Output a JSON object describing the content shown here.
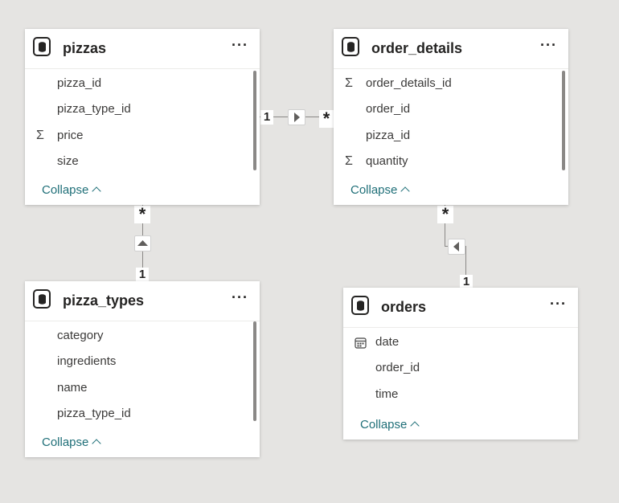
{
  "tables": {
    "pizzas": {
      "title": "pizzas",
      "more": "···",
      "fields": [
        {
          "name": "pizza_id",
          "icon": ""
        },
        {
          "name": "pizza_type_id",
          "icon": ""
        },
        {
          "name": "price",
          "icon": "Σ"
        },
        {
          "name": "size",
          "icon": ""
        }
      ],
      "collapse": "Collapse"
    },
    "order_details": {
      "title": "order_details",
      "more": "···",
      "fields": [
        {
          "name": "order_details_id",
          "icon": "Σ"
        },
        {
          "name": "order_id",
          "icon": ""
        },
        {
          "name": "pizza_id",
          "icon": ""
        },
        {
          "name": "quantity",
          "icon": "Σ"
        }
      ],
      "collapse": "Collapse"
    },
    "pizza_types": {
      "title": "pizza_types",
      "more": "···",
      "fields": [
        {
          "name": "category",
          "icon": ""
        },
        {
          "name": "ingredients",
          "icon": ""
        },
        {
          "name": "name",
          "icon": ""
        },
        {
          "name": "pizza_type_id",
          "icon": ""
        }
      ],
      "collapse": "Collapse"
    },
    "orders": {
      "title": "orders",
      "more": "···",
      "fields": [
        {
          "name": "date",
          "icon": "calendar"
        },
        {
          "name": "order_id",
          "icon": ""
        },
        {
          "name": "time",
          "icon": ""
        }
      ],
      "collapse": "Collapse"
    }
  },
  "relationships": [
    {
      "from": "pizzas",
      "to": "order_details",
      "from_card": "1",
      "to_card": "*"
    },
    {
      "from": "pizza_types",
      "to": "pizzas",
      "from_card": "1",
      "to_card": "*"
    },
    {
      "from": "orders",
      "to": "order_details",
      "from_card": "1",
      "to_card": "*"
    }
  ]
}
